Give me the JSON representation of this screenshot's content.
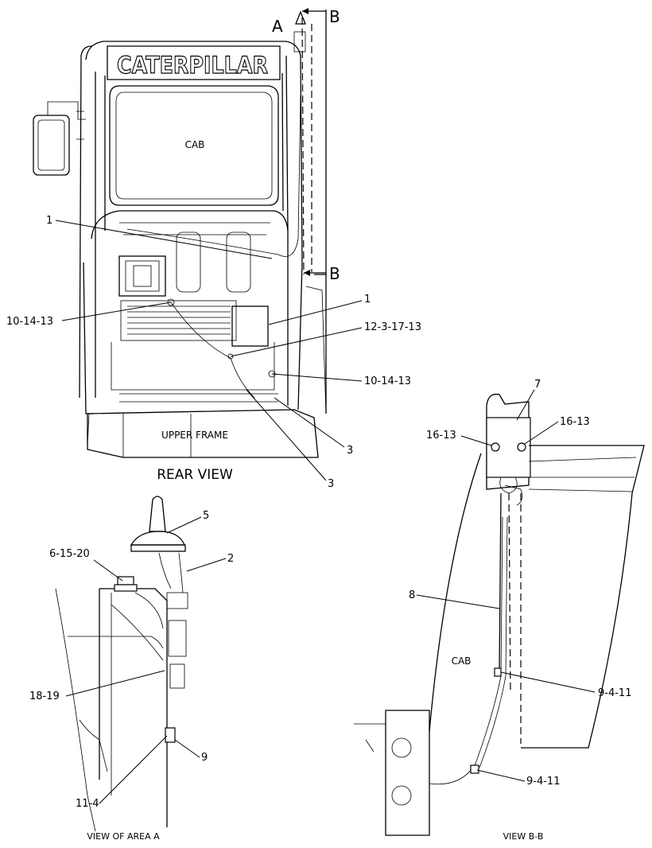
{
  "brand_text": "CATERPILLAR",
  "section_markers": {
    "a": "A",
    "b_top": "B",
    "b_bottom": "B"
  },
  "views": {
    "rear": "REAR VIEW",
    "area_a": "VIEW OF AREA A",
    "b_b": "VIEW B-B"
  },
  "area_labels": {
    "cab_rear": "CAB",
    "upper_frame": "UPPER FRAME",
    "cab_bb": "CAB"
  },
  "callouts": {
    "rear_1_left": "1",
    "rear_10_14_13_left": "10-14-13",
    "rear_1_right": "1",
    "rear_12_3_17_13": "12-3-17-13",
    "rear_10_14_13_right": "10-14-13",
    "rear_3_upper": "3",
    "rear_3_lower": "3",
    "a_5": "5",
    "a_2": "2",
    "a_6_15_20": "6-15-20",
    "a_18_19": "18-19",
    "a_9": "9",
    "a_11_4": "11-4",
    "bb_7": "7",
    "bb_16_13_left": "16-13",
    "bb_16_13_right": "16-13",
    "bb_8": "8",
    "bb_9_4_11_upper": "9-4-11",
    "bb_9_4_11_lower": "9-4-11"
  }
}
